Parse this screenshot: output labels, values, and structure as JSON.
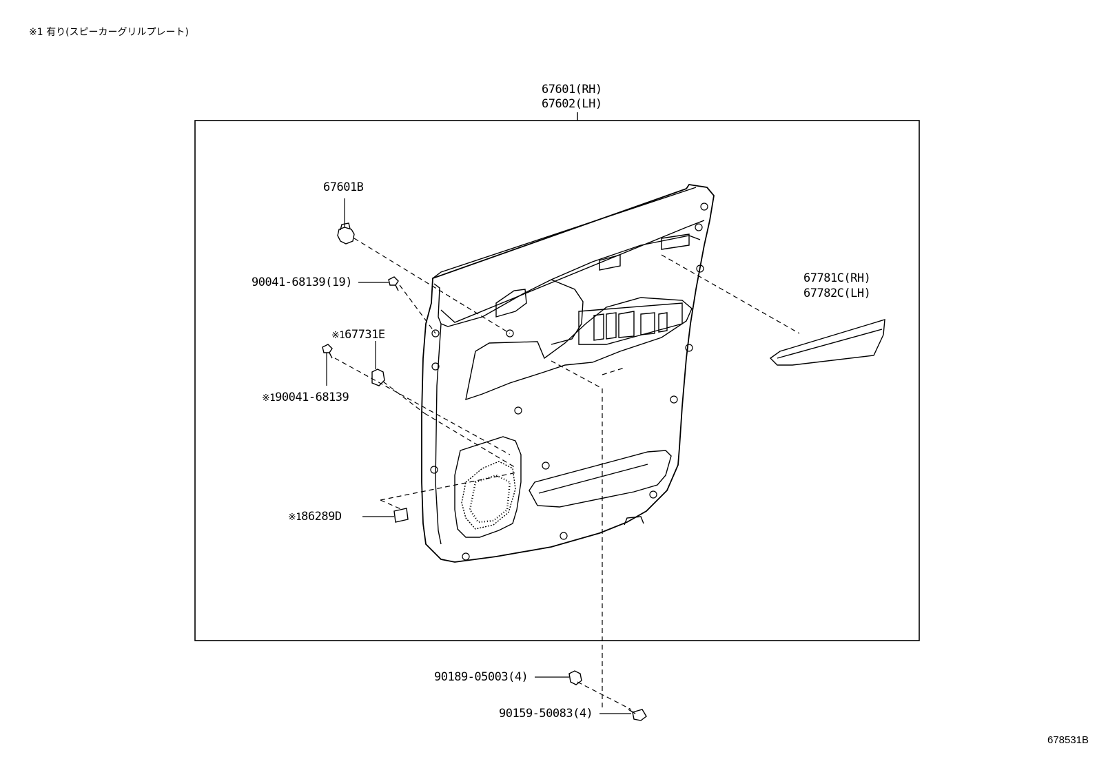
{
  "note": "※1 有り(スピーカーグリルプレート)",
  "doc_id": "678531B",
  "callouts": {
    "board_rh": "67601(RH)",
    "board_lh": "67602(LH)",
    "clip_b": "67601B",
    "screw_top": "90041-68139(19)",
    "grill_nut_marker": "※1",
    "grill_nut": "67731E",
    "grill_screw_marker": "※1",
    "grill_screw": "90041-68139",
    "grill_plate_marker": "※1",
    "grill_plate": "86289D",
    "garnish_rh": "67781C(RH)",
    "garnish_lh": "67782C(LH)",
    "clip_bottom": "90189-05003(4)",
    "bolt_bottom": "90159-50083(4)"
  },
  "icons": [
    "clip-icon",
    "screw-icon",
    "nut-icon",
    "plate-icon",
    "bolt-icon"
  ],
  "colors": {
    "line": "#000000",
    "background": "#ffffff"
  }
}
